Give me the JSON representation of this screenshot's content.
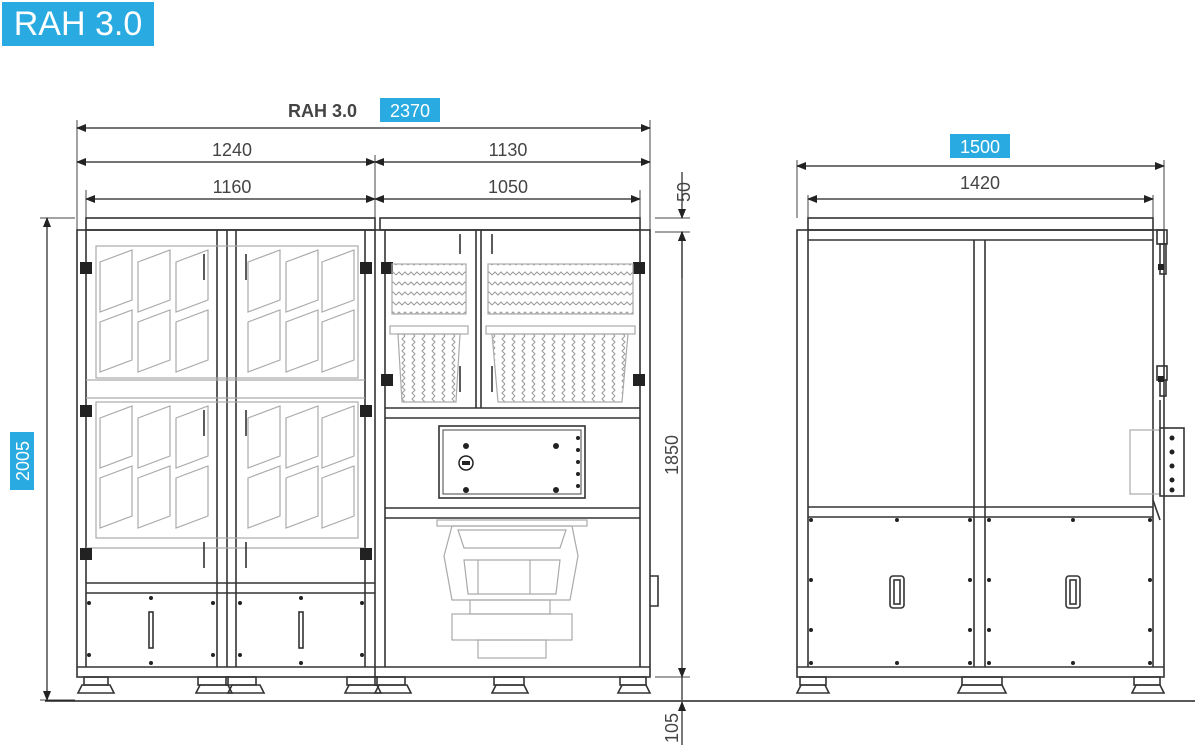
{
  "title": "RAH 3.0",
  "front_view": {
    "overall_label": "RAH 3.0",
    "overall_width": "2370",
    "left_section_width": "1240",
    "right_section_width": "1130",
    "left_inner_width": "1160",
    "right_inner_width": "1050",
    "top_offset": "50",
    "overall_height": "2005",
    "frame_height": "1850",
    "foot_height": "105"
  },
  "side_view": {
    "overall_depth": "1500",
    "inner_depth": "1420"
  },
  "colors": {
    "accent": "#29abe2",
    "line": "#333333",
    "hidden": "#aaaaaa"
  }
}
